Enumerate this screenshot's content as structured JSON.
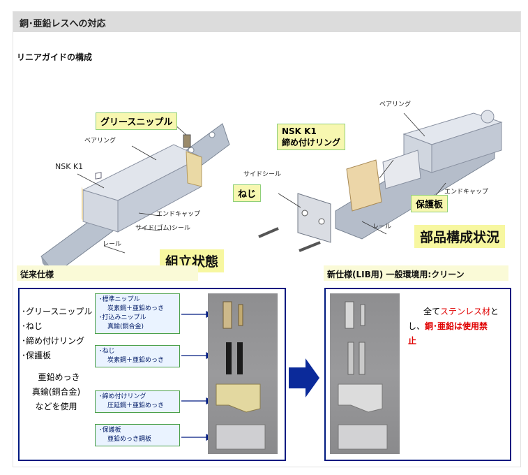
{
  "header": {
    "title": "銅･亜鉛レスへの対応"
  },
  "section": {
    "subtitle": "リニアガイドの構成"
  },
  "assembled": {
    "callouts": {
      "grease": "グリースニップル",
      "nsk": "NSK K1"
    },
    "labels": {
      "bearing": "ベアリング",
      "endcap": "エンドキャップ",
      "sideseal": "サイド(ゴム)シール",
      "rail": "レール"
    },
    "caption": "組立状態"
  },
  "exploded": {
    "callouts": {
      "nsk": "NSK K1",
      "ring": "締め付けリング",
      "screw": "ねじ",
      "protector": "保護板"
    },
    "labels": {
      "bearing": "ベアリング",
      "sideseal": "サイドシール",
      "endcap": "エンドキャップ",
      "rail": "レール"
    },
    "caption": "部品構成状況"
  },
  "old_spec": {
    "heading": "従来仕様",
    "list": [
      "･グリースニップル",
      "･ねじ",
      "･締め付けリング",
      "･保護板"
    ],
    "note_line1": "亜鉛めっき",
    "note_line2": "真鍮(銅合金)",
    "note_line3": "などを使用",
    "box1_line1": "･標準ニップル",
    "box1_line2": "炭素鋼＋亜鉛めっき",
    "box1_line3": "･打込みニップル",
    "box1_line4": "真鍮(銅合金)",
    "box2_line1": "･ねじ",
    "box2_line2": "炭素鋼＋亜鉛めっき",
    "box3_line1": "･締め付けリング",
    "box3_line2": "圧延鋼＋亜鉛めっき",
    "box4_line1": "･保護板",
    "box4_line2": "亜鉛めっき鋼板"
  },
  "new_spec": {
    "heading": "新仕様(LIB用) 一般環境用:クリーン",
    "text_line1_a": "全て",
    "text_line1_b": "ステンレス材",
    "text_line1_c": "と",
    "text_line2_a": "し、",
    "text_line2_b": "銅･亜鉛は使用禁",
    "text_line3": "止"
  },
  "colors": {
    "panel_border": "#001a80",
    "arrow": "#0b2a9a",
    "accent_red": "#e00000",
    "label_yellow": "#f7f7b0"
  }
}
